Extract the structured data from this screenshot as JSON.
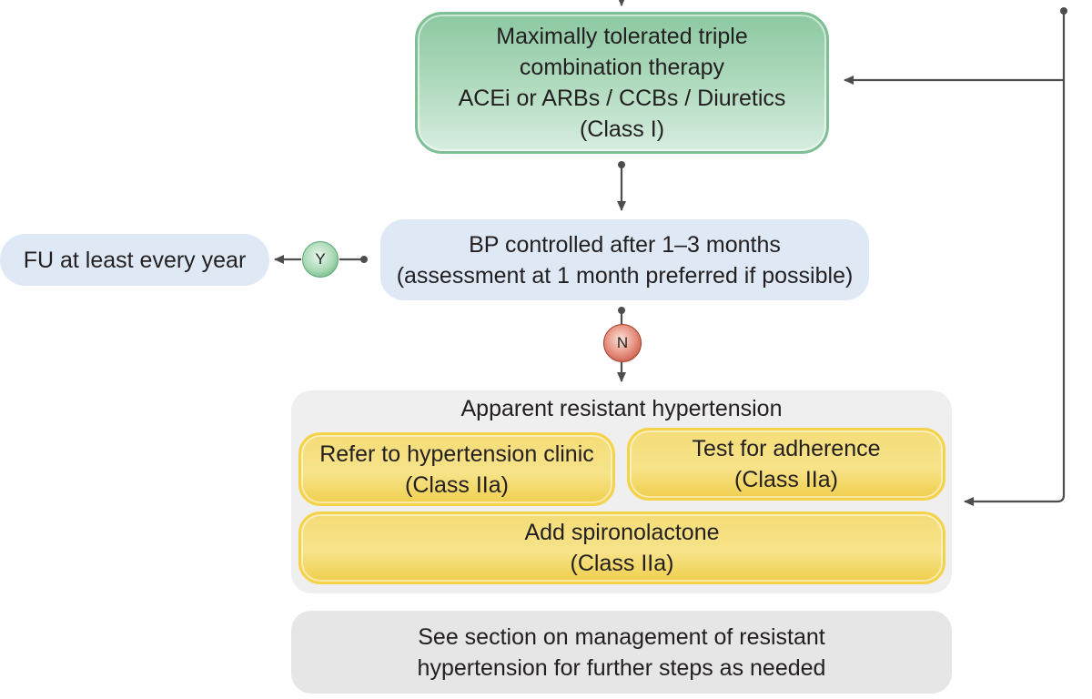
{
  "triple_therapy": {
    "line1": "Maximally tolerated triple",
    "line2": "combination therapy",
    "line3": "ACEi or ARBs / CCBs / Diuretics",
    "line4": "(Class I)"
  },
  "bp_controlled": {
    "line1": "BP controlled after 1–3 months",
    "line2": "(assessment at 1 month preferred if possible)"
  },
  "follow_up": {
    "label": "FU at least every year"
  },
  "badges": {
    "yes": "Y",
    "no": "N"
  },
  "resistant": {
    "title": "Apparent resistant hypertension",
    "refer": {
      "line1": "Refer to hypertension clinic",
      "line2": "(Class IIa)"
    },
    "adherence": {
      "line1": "Test for adherence",
      "line2": "(Class IIa)"
    },
    "spironolactone": {
      "line1": "Add spironolactone",
      "line2": "(Class IIa)"
    }
  },
  "see_section": {
    "line1": "See section on management of resistant",
    "line2": "hypertension for further steps as needed"
  },
  "colors": {
    "green_box": "#a8d6b7",
    "blue_box": "#dfe9f5",
    "yellow_box": "#f6dd72",
    "gray_panel": "#efefef",
    "gray_box": "#e6e6e6",
    "arrow": "#4d4d4f",
    "badge_yes": "#6dbb85",
    "badge_no": "#c24b37"
  }
}
